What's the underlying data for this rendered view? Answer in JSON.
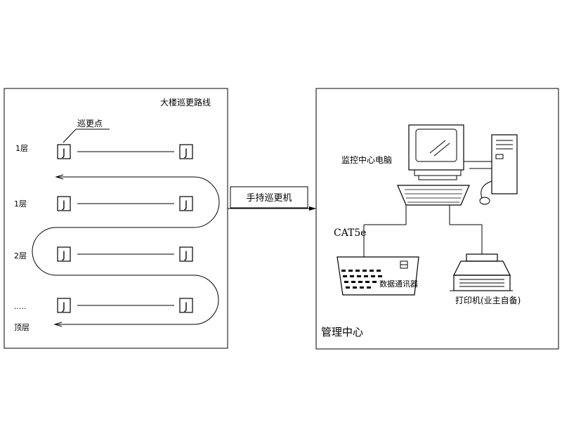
{
  "building_panel": {
    "title": "大楼巡更路线",
    "checkpoint_callout": "巡更点",
    "checkpoint_glyph": "J",
    "floor_labels": [
      "1层",
      "1层",
      "2层",
      ".....",
      "顶层"
    ]
  },
  "handheld": {
    "label": "手持巡更机"
  },
  "management_panel": {
    "title": "管理中心",
    "computer_label": "监控中心电脑",
    "cable_label": "CAT5e",
    "communicator_label": "数据通讯器",
    "printer_label": "打印机(业主自备)"
  }
}
